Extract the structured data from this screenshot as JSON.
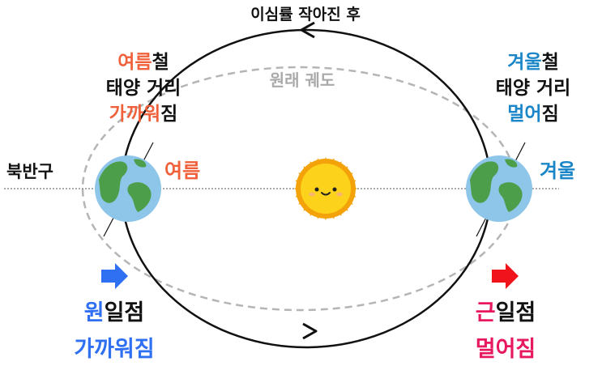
{
  "top_label": "이심률 작아진 후",
  "orbit_label": "원래 궤도",
  "north_label": "북반구",
  "left": {
    "line1_colored": "여름",
    "line1_tail": "철",
    "line2": "태양 거리",
    "line3_colored": "가까워",
    "line3_tail": "짐",
    "season": "여름",
    "perihelion_colored": "원",
    "perihelion_tail": "일점",
    "perihelion_sub": "가까워짐"
  },
  "right": {
    "line1_colored": "겨울",
    "line1_tail": "철",
    "line2": "태양 거리",
    "line3_colored": "멀어",
    "line3_tail": "짐",
    "season": "겨울",
    "aphelion_colored": "근",
    "aphelion_tail": "일점",
    "aphelion_sub": "멀어짐"
  },
  "colors": {
    "summer": "#f0603a",
    "winter": "#1a86c8",
    "blue_arrow": "#2f6ff2",
    "red_arrow": "#f0131b",
    "pink_text": "#e8185f",
    "new_orbit": "#111111",
    "old_orbit": "#b5b5b5",
    "sun": "#f7b80d",
    "ocean": "#8ec6ea",
    "land": "#4d9e4a"
  },
  "icons": {
    "sun": "smiling-sun-icon",
    "earth": "earth-globe-icon",
    "arrow": "right-arrow-icon"
  }
}
